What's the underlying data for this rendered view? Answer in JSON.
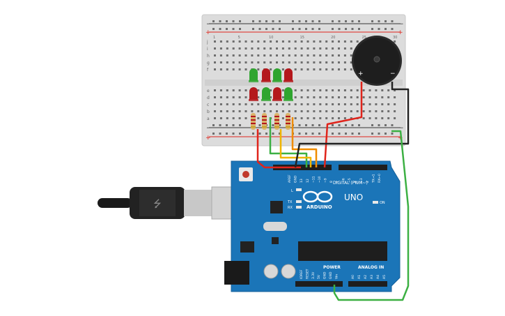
{
  "breadboard": {
    "rails_sign": {
      "plus": "+",
      "minus": "−"
    },
    "row_letters_top": [
      "j",
      "i",
      "h",
      "g",
      "f"
    ],
    "row_letters_bottom": [
      "e",
      "d",
      "c",
      "b",
      "a"
    ],
    "column_numbers": [
      "1",
      "5",
      "10",
      "15",
      "20",
      "25",
      "30"
    ]
  },
  "components": {
    "leds": [
      {
        "color": "#2fa52f",
        "pair": 1
      },
      {
        "color": "#b4181c",
        "pair": 2
      },
      {
        "color": "#2fa52f",
        "pair": 3
      },
      {
        "color": "#b4181c",
        "pair": 4
      },
      {
        "color": "#b4181c",
        "pair": 1
      },
      {
        "color": "#2fa52f",
        "pair": 2
      },
      {
        "color": "#b4181c",
        "pair": 3
      },
      {
        "color": "#2fa52f",
        "pair": 4
      }
    ],
    "buzzer": {
      "plus_label": "+",
      "minus_label": "−"
    }
  },
  "arduino": {
    "board_color": "#1b75b8",
    "model_text": "UNO",
    "brand_text": "ARDUINO",
    "digital_label": "DIGITAL (PWM~)",
    "power_label": "POWER",
    "analog_label": "ANALOG IN",
    "led_labels": {
      "l": "L",
      "tx": "TX",
      "rx": "RX",
      "on": "ON"
    },
    "top_pins": [
      "AREF",
      "GND",
      "13",
      "12",
      "~11",
      "~10",
      "~9",
      "8",
      "7",
      "~6",
      "~5",
      "4",
      "~3",
      "2",
      "TX→1",
      "RX←0"
    ],
    "power_pins": [
      "IOREF",
      "RESET",
      "3.3V",
      "5V",
      "GND",
      "GND",
      "Vin"
    ],
    "analog_pins": [
      "A0",
      "A1",
      "A2",
      "A3",
      "A4",
      "A5"
    ]
  },
  "wire_colors": {
    "red": "#e0241b",
    "green": "#3cb043",
    "yellow": "#f0b400",
    "orange": "#f08c00",
    "black": "#222222"
  }
}
